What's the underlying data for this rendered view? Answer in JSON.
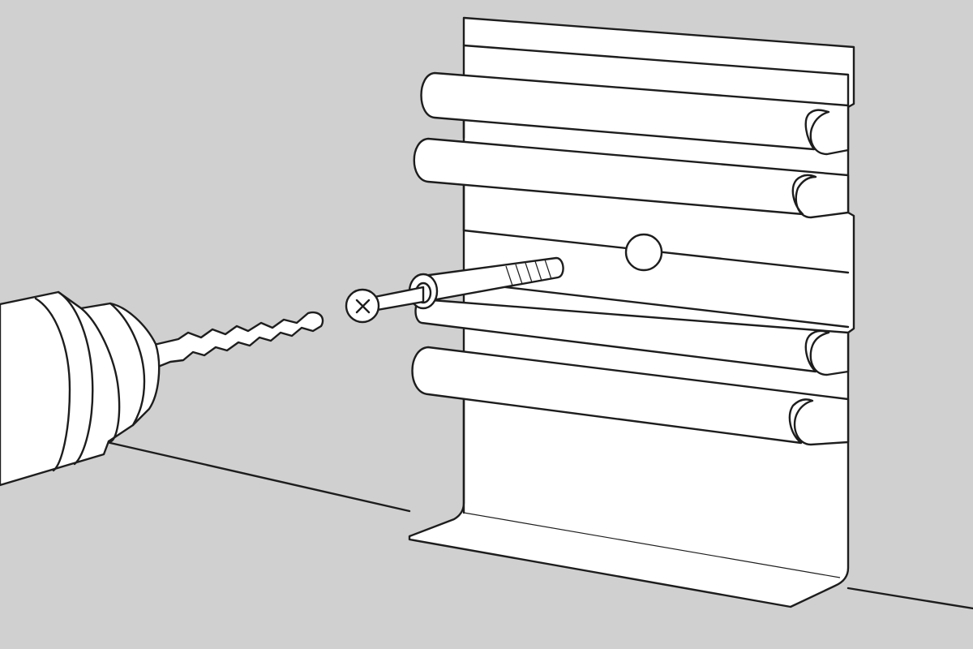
{
  "illustration": {
    "subject": "",
    "colors": {
      "background": "#cfd0cf",
      "object_fill": "#ffffff",
      "line": "#1d1d1d"
    },
    "parts": [
      "wall",
      "floor-line",
      "skirting-profile",
      "cable-channels",
      "mounting-hole",
      "wall-plug",
      "screw",
      "drill",
      "drill-bit"
    ]
  }
}
